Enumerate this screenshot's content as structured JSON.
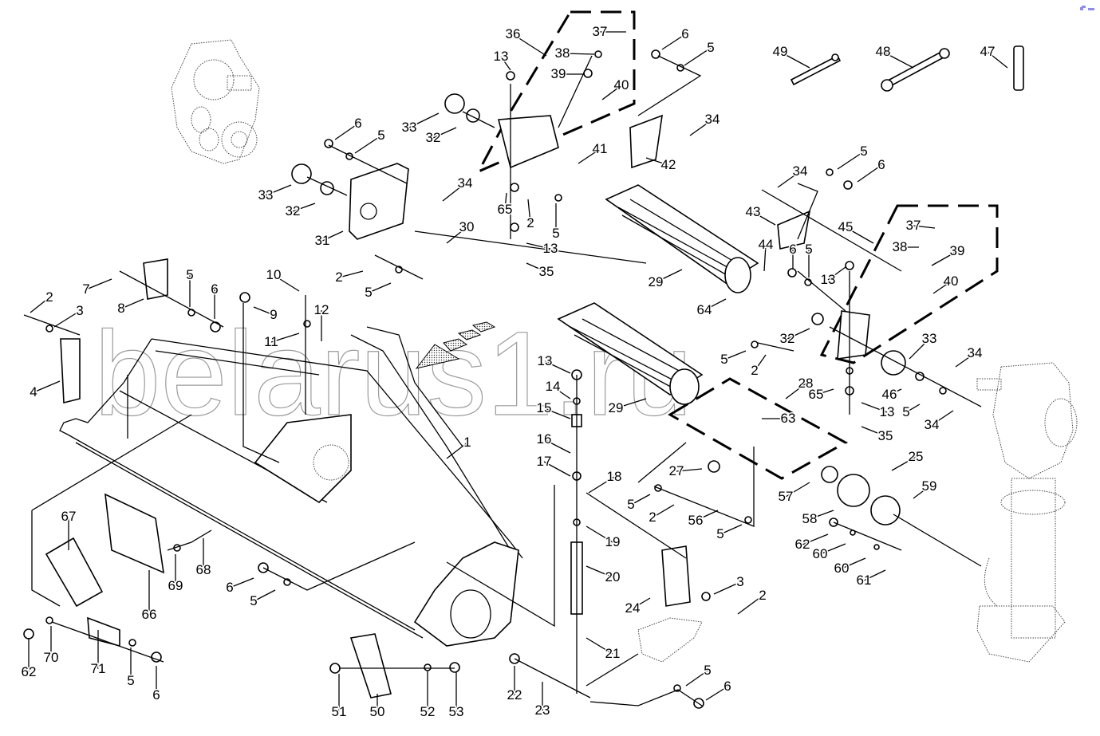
{
  "title": "Exploded parts diagram - frame, rotor drums and gearbox assembly",
  "watermark": "belarus1.ru",
  "accent_color": "#8a8aff",
  "callouts": [
    {
      "id": "c1",
      "label": "1"
    },
    {
      "id": "c2a",
      "label": "2"
    },
    {
      "id": "c2b",
      "label": "2"
    },
    {
      "id": "c2c",
      "label": "2"
    },
    {
      "id": "c2d",
      "label": "2"
    },
    {
      "id": "c2e",
      "label": "2"
    },
    {
      "id": "c2f",
      "label": "2"
    },
    {
      "id": "c3a",
      "label": "3"
    },
    {
      "id": "c3b",
      "label": "3"
    },
    {
      "id": "c4",
      "label": "4"
    },
    {
      "id": "c5a",
      "label": "5"
    },
    {
      "id": "c5b",
      "label": "5"
    },
    {
      "id": "c5c",
      "label": "5"
    },
    {
      "id": "c5d",
      "label": "5"
    },
    {
      "id": "c5e",
      "label": "5"
    },
    {
      "id": "c5f",
      "label": "5"
    },
    {
      "id": "c5g",
      "label": "5"
    },
    {
      "id": "c5h",
      "label": "5"
    },
    {
      "id": "c5i",
      "label": "5"
    },
    {
      "id": "c5j",
      "label": "5"
    },
    {
      "id": "c5k",
      "label": "5"
    },
    {
      "id": "c5l",
      "label": "5"
    },
    {
      "id": "c5m",
      "label": "5"
    },
    {
      "id": "c5n",
      "label": "5"
    },
    {
      "id": "c6a",
      "label": "6"
    },
    {
      "id": "c6b",
      "label": "6"
    },
    {
      "id": "c6c",
      "label": "6"
    },
    {
      "id": "c6d",
      "label": "6"
    },
    {
      "id": "c6e",
      "label": "6"
    },
    {
      "id": "c6f",
      "label": "6"
    },
    {
      "id": "c6g",
      "label": "6"
    },
    {
      "id": "c6h",
      "label": "6"
    },
    {
      "id": "c7",
      "label": "7"
    },
    {
      "id": "c8",
      "label": "8"
    },
    {
      "id": "c9",
      "label": "9"
    },
    {
      "id": "c10",
      "label": "10"
    },
    {
      "id": "c11",
      "label": "11"
    },
    {
      "id": "c12",
      "label": "12"
    },
    {
      "id": "c13a",
      "label": "13"
    },
    {
      "id": "c13b",
      "label": "13"
    },
    {
      "id": "c13c",
      "label": "13"
    },
    {
      "id": "c13d",
      "label": "13"
    },
    {
      "id": "c13e",
      "label": "13"
    },
    {
      "id": "c14",
      "label": "14"
    },
    {
      "id": "c15",
      "label": "15"
    },
    {
      "id": "c16",
      "label": "16"
    },
    {
      "id": "c17",
      "label": "17"
    },
    {
      "id": "c18",
      "label": "18"
    },
    {
      "id": "c19",
      "label": "19"
    },
    {
      "id": "c20",
      "label": "20"
    },
    {
      "id": "c21",
      "label": "21"
    },
    {
      "id": "c22",
      "label": "22"
    },
    {
      "id": "c23",
      "label": "23"
    },
    {
      "id": "c24",
      "label": "24"
    },
    {
      "id": "c25",
      "label": "25"
    },
    {
      "id": "c27",
      "label": "27"
    },
    {
      "id": "c28",
      "label": "28"
    },
    {
      "id": "c29a",
      "label": "29"
    },
    {
      "id": "c29b",
      "label": "29"
    },
    {
      "id": "c30",
      "label": "30"
    },
    {
      "id": "c31",
      "label": "31"
    },
    {
      "id": "c32a",
      "label": "32"
    },
    {
      "id": "c32b",
      "label": "32"
    },
    {
      "id": "c32c",
      "label": "32"
    },
    {
      "id": "c33a",
      "label": "33"
    },
    {
      "id": "c33b",
      "label": "33"
    },
    {
      "id": "c33c",
      "label": "33"
    },
    {
      "id": "c34a",
      "label": "34"
    },
    {
      "id": "c34b",
      "label": "34"
    },
    {
      "id": "c34c",
      "label": "34"
    },
    {
      "id": "c34d",
      "label": "34"
    },
    {
      "id": "c34e",
      "label": "34"
    },
    {
      "id": "c35a",
      "label": "35"
    },
    {
      "id": "c35b",
      "label": "35"
    },
    {
      "id": "c36",
      "label": "36"
    },
    {
      "id": "c37a",
      "label": "37"
    },
    {
      "id": "c37b",
      "label": "37"
    },
    {
      "id": "c38a",
      "label": "38"
    },
    {
      "id": "c38b",
      "label": "38"
    },
    {
      "id": "c39a",
      "label": "39"
    },
    {
      "id": "c39b",
      "label": "39"
    },
    {
      "id": "c40a",
      "label": "40"
    },
    {
      "id": "c40b",
      "label": "40"
    },
    {
      "id": "c41",
      "label": "41"
    },
    {
      "id": "c42",
      "label": "42"
    },
    {
      "id": "c43",
      "label": "43"
    },
    {
      "id": "c44",
      "label": "44"
    },
    {
      "id": "c45",
      "label": "45"
    },
    {
      "id": "c46",
      "label": "46"
    },
    {
      "id": "c47",
      "label": "47"
    },
    {
      "id": "c48",
      "label": "48"
    },
    {
      "id": "c49",
      "label": "49"
    },
    {
      "id": "c50",
      "label": "50"
    },
    {
      "id": "c51",
      "label": "51"
    },
    {
      "id": "c52",
      "label": "52"
    },
    {
      "id": "c53",
      "label": "53"
    },
    {
      "id": "c56",
      "label": "56"
    },
    {
      "id": "c57",
      "label": "57"
    },
    {
      "id": "c58",
      "label": "58"
    },
    {
      "id": "c59",
      "label": "59"
    },
    {
      "id": "c60a",
      "label": "60"
    },
    {
      "id": "c60b",
      "label": "60"
    },
    {
      "id": "c61",
      "label": "61"
    },
    {
      "id": "c62a",
      "label": "62"
    },
    {
      "id": "c62b",
      "label": "62"
    },
    {
      "id": "c63",
      "label": "63"
    },
    {
      "id": "c64",
      "label": "64"
    },
    {
      "id": "c65a",
      "label": "65"
    },
    {
      "id": "c65b",
      "label": "65"
    },
    {
      "id": "c66",
      "label": "66"
    },
    {
      "id": "c67",
      "label": "67"
    },
    {
      "id": "c68",
      "label": "68"
    },
    {
      "id": "c69",
      "label": "69"
    },
    {
      "id": "c70",
      "label": "70"
    },
    {
      "id": "c71",
      "label": "71"
    }
  ]
}
